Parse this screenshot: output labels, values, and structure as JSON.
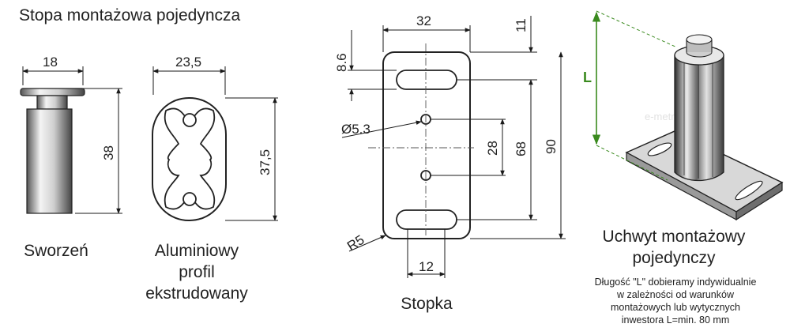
{
  "title": "Stopa montażowa pojedyncza",
  "parts": {
    "pin": {
      "caption": "Sworzeń",
      "dim_width": "18",
      "dim_height": "38"
    },
    "profile": {
      "caption_line1": "Aluminiowy",
      "caption_line2": "profil",
      "caption_line3": "ekstrudowany",
      "dim_width": "23,5",
      "dim_height": "37,5"
    },
    "foot": {
      "caption": "Stopka",
      "dim_width": "32",
      "dim_top": "11",
      "dim_slot": "8.6",
      "dim_hole": "Ø5.3",
      "dim_hole_spacing": "28",
      "dim_slot_spacing": "68",
      "dim_total": "90",
      "dim_radius": "R5",
      "dim_slot_width": "12"
    },
    "holder": {
      "caption_line1": "Uchwyt montażowy",
      "caption_line2": "pojedynczy",
      "dim_length": "L",
      "note_line1": "Długość \"L\" dobieramy indywidualnie",
      "note_line2": "w zależności od warunków",
      "note_line3": "montażowych lub wytycznych",
      "note_line4": "inwestora L=min. 80 mm",
      "watermark": "e-metrica.pl"
    }
  },
  "colors": {
    "line": "#1a1a1a",
    "accent_green": "#3a8a1e"
  }
}
